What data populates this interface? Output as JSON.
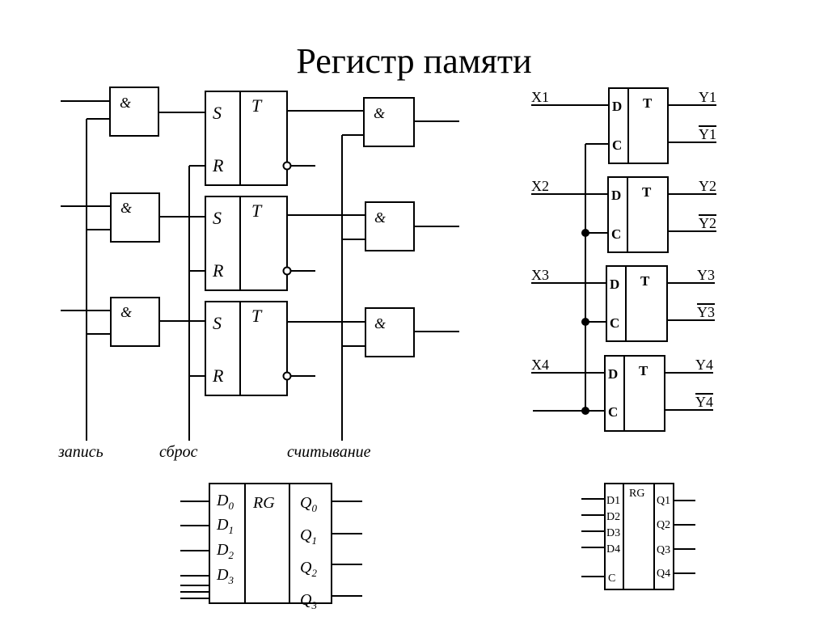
{
  "title": "Регистр памяти",
  "rs": {
    "gate_symbol": "&",
    "trigger": {
      "s": "S",
      "r": "R",
      "t": "T"
    },
    "labels": {
      "write": "запись",
      "reset": "сброс",
      "read": "считывание"
    }
  },
  "dt": {
    "t": "T",
    "pins": {
      "d": "D",
      "c": "C"
    },
    "rows": [
      {
        "x": "X1",
        "y": "Y1",
        "ny": "Y1"
      },
      {
        "x": "X2",
        "y": "Y2",
        "ny": "Y2"
      },
      {
        "x": "X3",
        "y": "Y3",
        "ny": "Y3"
      },
      {
        "x": "X4",
        "y": "Y4",
        "ny": "Y4"
      }
    ]
  },
  "rg1": {
    "label": "RG",
    "inputs": [
      {
        "b": "D",
        "s": "0"
      },
      {
        "b": "D",
        "s": "1"
      },
      {
        "b": "D",
        "s": "2"
      },
      {
        "b": "D",
        "s": "3"
      }
    ],
    "outputs": [
      {
        "b": "Q",
        "s": "0"
      },
      {
        "b": "Q",
        "s": "1"
      },
      {
        "b": "Q",
        "s": "2"
      },
      {
        "b": "Q",
        "s": "3"
      }
    ]
  },
  "rg2": {
    "label": "RG",
    "inputs": [
      "D1",
      "D2",
      "D3",
      "D4",
      "C"
    ],
    "outputs": [
      "Q1",
      "Q2",
      "Q3",
      "Q4"
    ]
  }
}
